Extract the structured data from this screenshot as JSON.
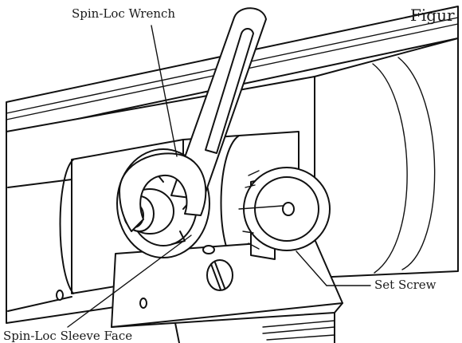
{
  "labels": {
    "wrench": "Spin-Loc Wrench",
    "figure": "Figur",
    "set_screw": "Set Screw",
    "sleeve_face": "Spin-Loc Sleeve Face"
  },
  "colors": {
    "line": "#111111",
    "background": "#ffffff"
  }
}
